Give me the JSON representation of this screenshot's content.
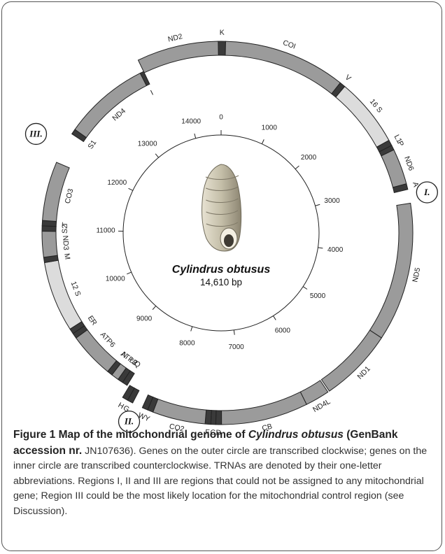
{
  "organism": {
    "name": "Cylindrus obtusus",
    "length_label": "14,610 bp",
    "genome_length": 14610
  },
  "scale_ticks": [
    0,
    1000,
    2000,
    3000,
    4000,
    5000,
    6000,
    7000,
    8000,
    9000,
    10000,
    11000,
    12000,
    13000,
    14000
  ],
  "colors": {
    "protein_or_rrna_dark": "#9b9b9b",
    "rrna_light": "#dcdcdc",
    "trna": "#3a3a3a",
    "outline": "#222222"
  },
  "outer_genes": [
    {
      "label": "K",
      "start": -35,
      "end": 55,
      "kind": "trna"
    },
    {
      "label": "COI",
      "start": 55,
      "end": 1560,
      "kind": "gene"
    },
    {
      "label": "V",
      "start": 1560,
      "end": 1630,
      "kind": "trna"
    },
    {
      "label": "16 S",
      "start": 1630,
      "end": 2480,
      "kind": "rrna"
    },
    {
      "label": "L1",
      "start": 2480,
      "end": 2550,
      "kind": "trna"
    },
    {
      "label": "P",
      "start": 2550,
      "end": 2610,
      "kind": "trna"
    },
    {
      "label": "ND6",
      "start": 2610,
      "end": 3050,
      "kind": "gene"
    },
    {
      "label": "A",
      "start": 3050,
      "end": 3120,
      "kind": "trna"
    },
    {
      "label": "ND5",
      "start": 3290,
      "end": 5000,
      "kind": "gene"
    },
    {
      "label": "ND1",
      "start": 5000,
      "end": 5910,
      "kind": "gene"
    },
    {
      "label": "ND4L",
      "start": 5930,
      "end": 6230,
      "kind": "gene"
    },
    {
      "label": "CB",
      "start": 6230,
      "end": 7300,
      "kind": "gene"
    },
    {
      "label": "D",
      "start": 7300,
      "end": 7370,
      "kind": "trna"
    },
    {
      "label": "C",
      "start": 7370,
      "end": 7430,
      "kind": "trna"
    },
    {
      "label": "F",
      "start": 7430,
      "end": 7500,
      "kind": "trna"
    },
    {
      "label": "CO2",
      "start": 7500,
      "end": 8150,
      "kind": "gene"
    },
    {
      "label": "Y",
      "start": 8150,
      "end": 8220,
      "kind": "trna"
    },
    {
      "label": "W",
      "start": 8220,
      "end": 8290,
      "kind": "trna"
    },
    {
      "label": "G",
      "start": 8420,
      "end": 8490,
      "kind": "trna"
    },
    {
      "label": "H",
      "start": 8490,
      "end": 8560,
      "kind": "trna"
    },
    {
      "label": "ND2",
      "start": 13570,
      "end": 14575,
      "kind": "gene"
    }
  ],
  "inner_genes": [
    {
      "label": "Q",
      "start": 8590,
      "end": 8660,
      "kind": "trna"
    },
    {
      "label": "L2",
      "start": 8660,
      "end": 8730,
      "kind": "trna"
    },
    {
      "label": "ATP8",
      "start": 8730,
      "end": 8830,
      "kind": "gene"
    },
    {
      "label": "N",
      "start": 8830,
      "end": 8900,
      "kind": "trna"
    },
    {
      "label": "ATP6",
      "start": 8900,
      "end": 9500,
      "kind": "gene"
    },
    {
      "label": "R",
      "start": 9500,
      "end": 9570,
      "kind": "trna"
    },
    {
      "label": "E",
      "start": 9570,
      "end": 9640,
      "kind": "trna"
    },
    {
      "label": "12 S",
      "start": 9640,
      "end": 10570,
      "kind": "rrna"
    },
    {
      "label": "M",
      "start": 10570,
      "end": 10640,
      "kind": "trna"
    },
    {
      "label": "ND3",
      "start": 10640,
      "end": 10980,
      "kind": "gene"
    },
    {
      "label": "S2",
      "start": 10980,
      "end": 11050,
      "kind": "trna"
    },
    {
      "label": "T",
      "start": 11050,
      "end": 11120,
      "kind": "trna"
    },
    {
      "label": "CO3",
      "start": 11120,
      "end": 11900,
      "kind": "gene"
    },
    {
      "label": "S1",
      "start": 12320,
      "end": 12390,
      "kind": "trna"
    },
    {
      "label": "ND4",
      "start": 12390,
      "end": 13520,
      "kind": "gene"
    },
    {
      "label": "I",
      "start": 13520,
      "end": 13570,
      "kind": "trna"
    }
  ],
  "regions": [
    {
      "label": "I.",
      "position": 3200
    },
    {
      "label": "II.",
      "position": 8360
    },
    {
      "label": "III.",
      "position": 12100
    }
  ],
  "caption": {
    "bold_prefix": "Figure 1 Map of the mitochondrial genome of ",
    "bold_italic": "Cylindrus obtusus",
    "bold_suffix": " (GenBank accession nr.",
    "rest": " JN107636). Genes on the outer circle are transcribed clockwise; genes on the inner circle are transcribed counterclockwise. TRNAs are denoted by their one-letter abbreviations. Regions I, II and III are regions that could not be assigned to any mitochondrial gene; Region III could be the most likely location for the mitochondrial control region (see Discussion)."
  }
}
